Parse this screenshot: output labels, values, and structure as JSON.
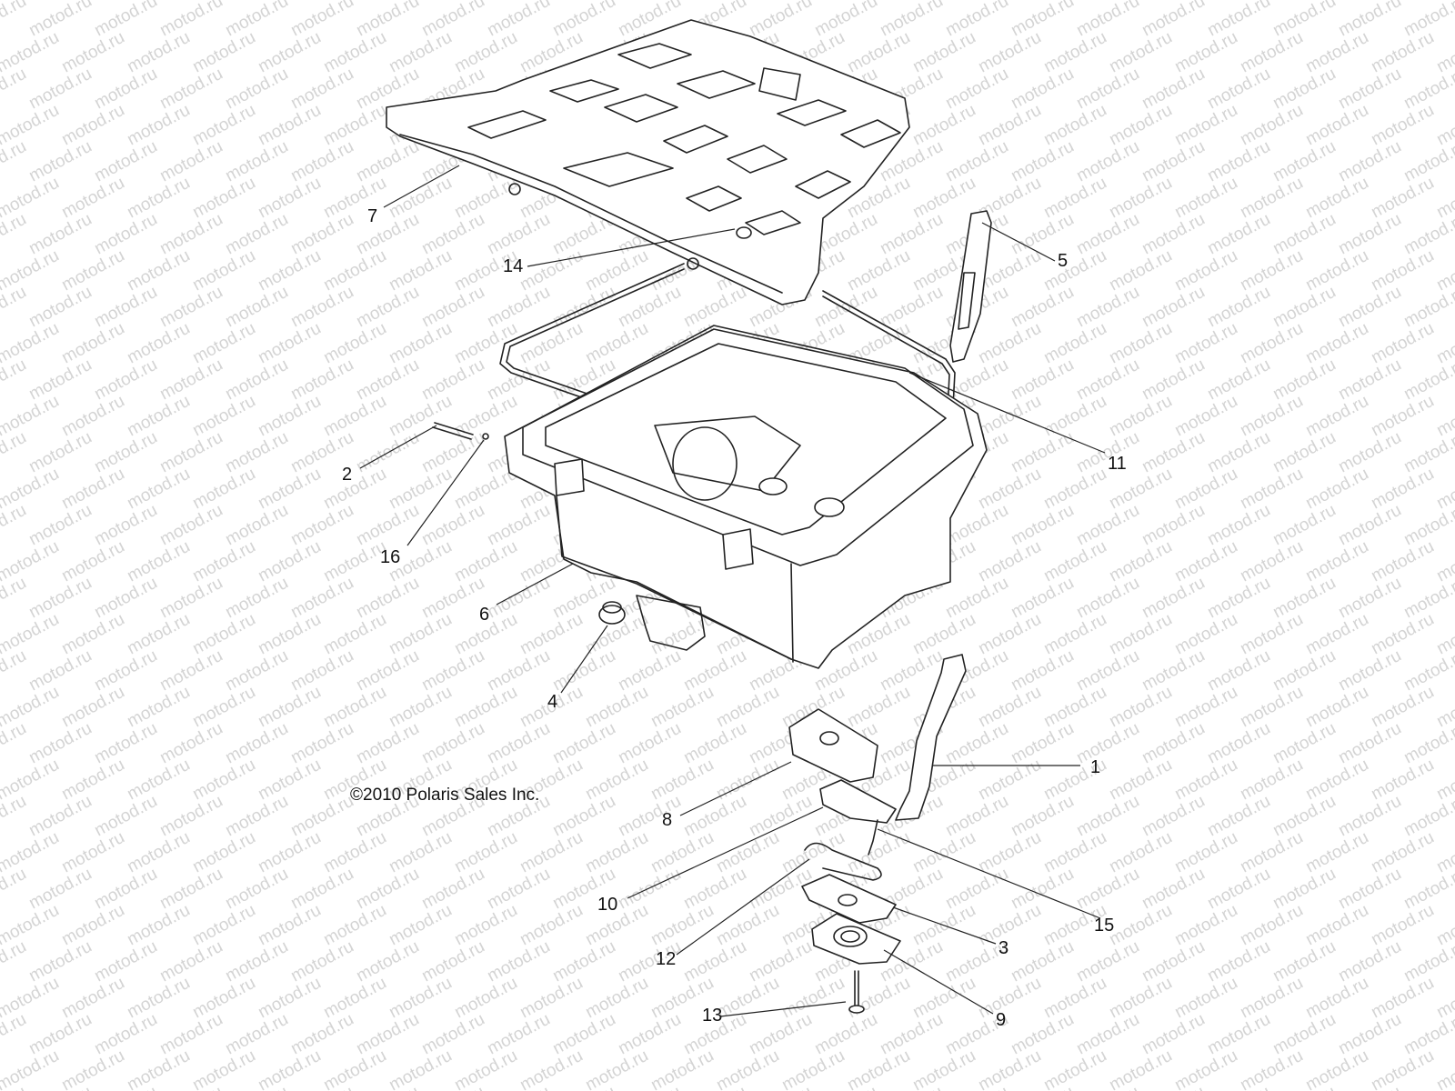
{
  "watermark": "motod.ru",
  "copyright": "©2010 Polaris Sales Inc.",
  "callouts": [
    {
      "id": "7"
    },
    {
      "id": "14"
    },
    {
      "id": "5"
    },
    {
      "id": "11"
    },
    {
      "id": "2"
    },
    {
      "id": "16"
    },
    {
      "id": "6"
    },
    {
      "id": "4"
    },
    {
      "id": "1"
    },
    {
      "id": "8"
    },
    {
      "id": "10"
    },
    {
      "id": "15"
    },
    {
      "id": "12"
    },
    {
      "id": "3"
    },
    {
      "id": "9"
    },
    {
      "id": "13"
    }
  ],
  "colors": {
    "line": "#222222",
    "watermark": "#d4d4d4",
    "background": "#ffffff"
  }
}
